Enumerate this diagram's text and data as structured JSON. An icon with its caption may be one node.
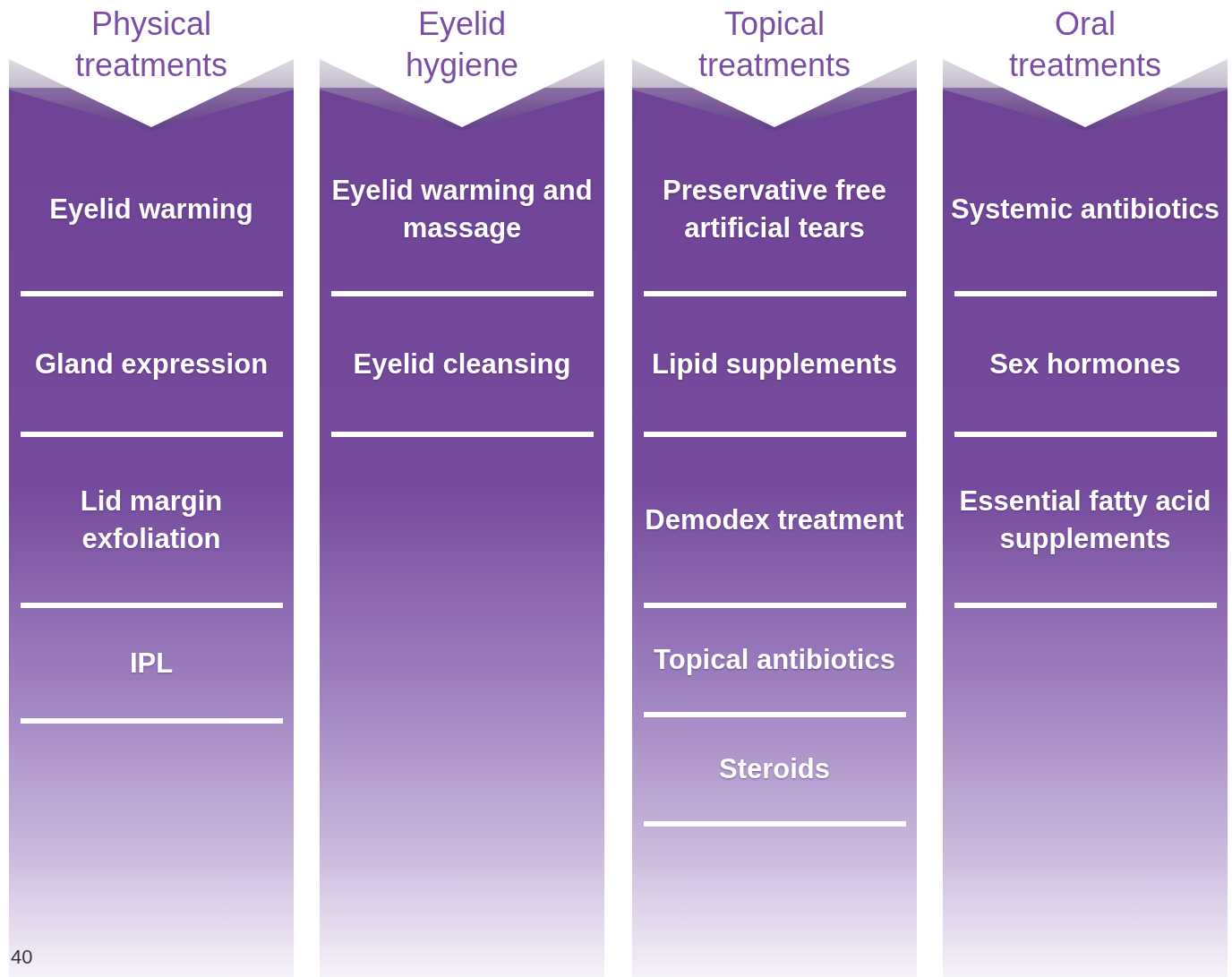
{
  "diagram": {
    "nodes": [
      {
        "text": [
          "Physical treatments"
        ]
      },
      {
        "text": [
          "Eyelid warming"
        ],
        "in": 0
      },
      {
        "text": [
          "Gland expression"
        ],
        "in": 0
      },
      {
        "text": [
          "Lid margin exfoliation"
        ],
        "in": 0
      },
      {
        "text": [
          "IPL"
        ],
        "in": 0
      },
      {
        "text": [
          "Eyelid hygiene"
        ]
      },
      {
        "text": [
          "Eyelid warming and massage"
        ],
        "in": 5
      },
      {
        "text": [
          "Eyelid cleansing"
        ],
        "in": 5
      },
      {
        "text": [
          "Topical treatments"
        ]
      },
      {
        "text": [
          "Preservative free artificial tears"
        ],
        "in": 8
      },
      {
        "text": [
          "Lipid supplements"
        ],
        "in": 8
      },
      {
        "text": [
          "Demodex treatment"
        ],
        "in": 8
      },
      {
        "text": [
          "Topical antibiotics"
        ],
        "in": 8
      },
      {
        "text": [
          "Steroids"
        ],
        "in": 8
      },
      {
        "text": [
          "Oral treatments"
        ]
      },
      {
        "text": [
          "Systemic antibiotics"
        ],
        "in": 14
      },
      {
        "text": [
          "Sex hormones"
        ],
        "in": 14
      },
      {
        "text": [
          "Essential fatty acid supplements"
        ],
        "in": 14
      }
    ],
    "edges": [],
    "labels": [
      "40"
    ]
  }
}
